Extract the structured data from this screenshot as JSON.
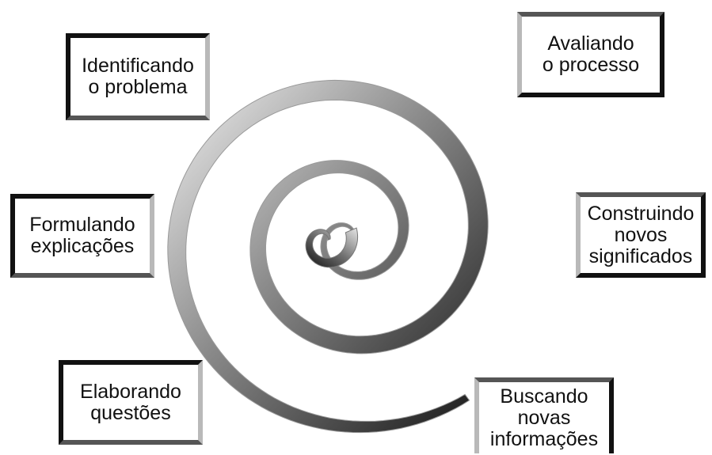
{
  "diagram": {
    "stages": [
      {
        "id": "identificando",
        "label": "Identificando\no problema"
      },
      {
        "id": "avaliando",
        "label": "Avaliando\no processo"
      },
      {
        "id": "formulando",
        "label": "Formulando\nexplicações"
      },
      {
        "id": "construindo",
        "label": "Construindo\nnovos\nsignificados"
      },
      {
        "id": "elaborando",
        "label": "Elaborando\nquestões"
      },
      {
        "id": "buscando",
        "label": "Buscando\nnovas\ninformações"
      }
    ],
    "colors": {
      "border": "#111111",
      "ribbon_light": "#eeeeee",
      "ribbon_dark": "#1a1a1a"
    }
  }
}
